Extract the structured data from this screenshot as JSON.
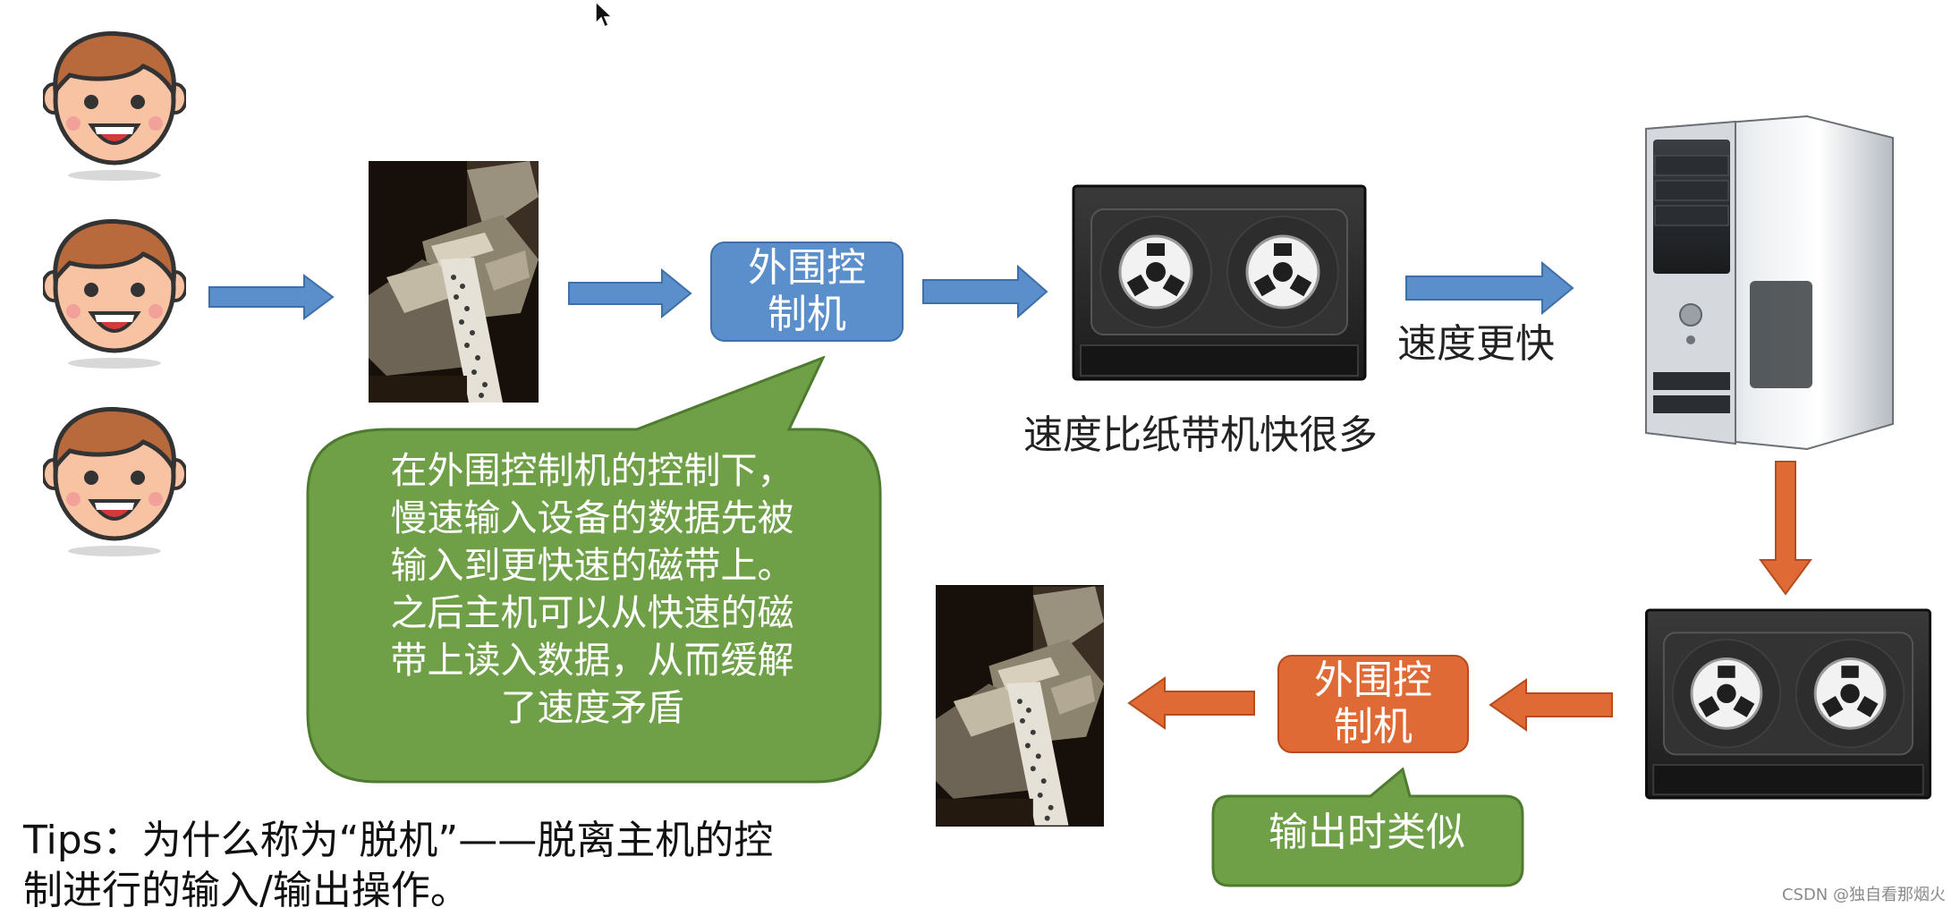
{
  "controller_label": "外围控\n制机",
  "tape_caption": "速度比纸带机快很多",
  "faster_caption": "速度更快",
  "explanation_bubble": "在外围控制机的控制下，\n慢速输入设备的数据先被\n输入到更快速的磁带上。\n之后主机可以从快速的磁\n带上读入数据，从而缓解\n了速度矛盾",
  "output_bubble": "输出时类似",
  "tips": "Tips：为什么称为“脱机”——脱离主机的控\n制进行的输入/输出操作。",
  "credit": "CSDN @独自看那烟火",
  "colors": {
    "blue_arrow": "#5b8fcc",
    "orange_arrow": "#e06a36",
    "bubble_green": "#6fa048",
    "controller_blue": "#5b8fcc",
    "controller_orange": "#e06a36"
  },
  "icons": [
    "user-face-icon",
    "punched-tape-machine-image",
    "magnetic-tape-drive-icon",
    "computer-host-icon",
    "mouse-cursor-icon"
  ]
}
